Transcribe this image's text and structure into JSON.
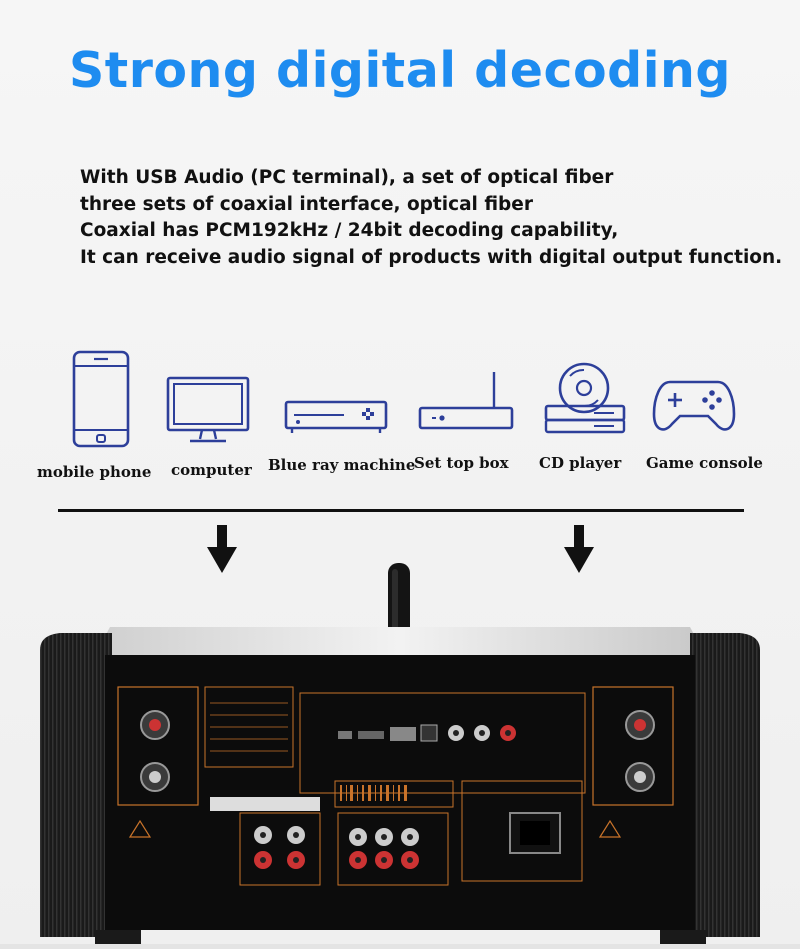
{
  "headline": "Strong digital decoding",
  "description": [
    "With USB Audio (PC terminal), a set of optical fiber",
    "three sets of coaxial interface, optical fiber",
    "Coaxial has PCM192kHz / 24bit decoding capability,",
    "It can receive audio signal of products with digital output function."
  ],
  "devices": [
    {
      "label": "mobile phone",
      "icon": "mobile-phone-icon"
    },
    {
      "label": "computer",
      "icon": "computer-icon"
    },
    {
      "label": "Blue ray machine",
      "icon": "blu-ray-player-icon"
    },
    {
      "label": "Set top box",
      "icon": "set-top-box-icon"
    },
    {
      "label": "CD player",
      "icon": "cd-player-icon"
    },
    {
      "label": "Game console",
      "icon": "gamepad-icon"
    }
  ],
  "colors": {
    "headline": "#1e8cf0",
    "icon_stroke": "#2d3f9a",
    "panel_bg": "#101010",
    "panel_accent": "#c8732a"
  }
}
